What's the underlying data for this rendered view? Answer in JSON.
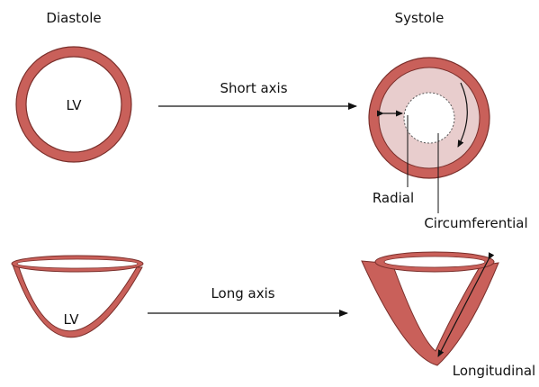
{
  "labels": {
    "diastole": "Diastole",
    "systole": "Systole",
    "lv_short": "LV",
    "lv_long": "LV",
    "short_axis": "Short axis",
    "long_axis": "Long axis",
    "radial": "Radial",
    "circumferential": "Circumferential",
    "longitudinal": "Longitudinal"
  },
  "colors": {
    "myocardium": "#c9605a",
    "myocardium_stroke": "#7a2f2b",
    "cavity_systole": "#e8cdcd",
    "arrow": "#111111"
  }
}
